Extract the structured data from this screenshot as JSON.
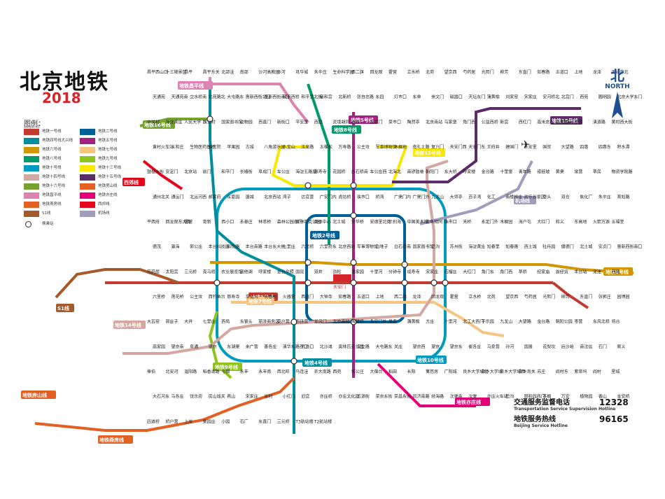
{
  "header": {
    "title": "北京地铁",
    "year": "2018"
  },
  "legend": {
    "title": "图例：",
    "subtitle": "Legend",
    "items": [
      {
        "label": "地铁一号线",
        "color": "#c23a30"
      },
      {
        "label": "地铁二号线",
        "color": "#006098"
      },
      {
        "label": "地铁四号线大兴线",
        "color": "#008e9c"
      },
      {
        "label": "地铁五号线",
        "color": "#a6217f"
      },
      {
        "label": "地铁六号线",
        "color": "#d29700"
      },
      {
        "label": "地铁七号线",
        "color": "#f6c582"
      },
      {
        "label": "地铁八号线",
        "color": "#009b6b"
      },
      {
        "label": "地铁九号线",
        "color": "#8fc31f"
      },
      {
        "label": "地铁十号线",
        "color": "#009bc0"
      },
      {
        "label": "地铁十三号线",
        "color": "#f9e700"
      },
      {
        "label": "地铁十四号线",
        "color": "#d5a7a1"
      },
      {
        "label": "地铁十五号线",
        "color": "#5b2c68"
      },
      {
        "label": "地铁十六号线",
        "color": "#76a32e"
      },
      {
        "label": "地铁房山线",
        "color": "#e46022"
      },
      {
        "label": "地铁昌平线",
        "color": "#de82b2"
      },
      {
        "label": "地铁亦庄线",
        "color": "#e40077"
      },
      {
        "label": "地铁燕房线",
        "color": "#e46022"
      },
      {
        "label": "西郊线",
        "color": "#e50619"
      },
      {
        "label": "S1线",
        "color": "#a45a2a"
      },
      {
        "label": "机场线",
        "color": "#a29bbb"
      }
    ],
    "transfer_label": "换乘站"
  },
  "compass": {
    "zh": "北",
    "en": "NORTH"
  },
  "hotlines": [
    {
      "zh": "交通服务监督电话",
      "en": "Transportation Service Supervision Hotline",
      "number": "12328"
    },
    {
      "zh": "地铁服务热线",
      "en": "Beijing Service Hotline",
      "number": "96165"
    }
  ],
  "line_tags": [
    {
      "text": "地铁1号线",
      "color": "#c23a30"
    },
    {
      "text": "地铁2号线",
      "color": "#006098"
    },
    {
      "text": "地铁4号线",
      "color": "#008e9c"
    },
    {
      "text": "地铁5号线",
      "color": "#a6217f"
    },
    {
      "text": "地铁6号线",
      "color": "#d29700"
    },
    {
      "text": "地铁7号线",
      "color": "#f6c582"
    },
    {
      "text": "地铁8号线",
      "color": "#009b6b"
    },
    {
      "text": "地铁9号线",
      "color": "#8fc31f"
    },
    {
      "text": "地铁10号线",
      "color": "#009bc0"
    },
    {
      "text": "地铁13号线",
      "color": "#f9e700"
    },
    {
      "text": "地铁14号线",
      "color": "#d5a7a1"
    },
    {
      "text": "地铁15号线",
      "color": "#5b2c68"
    },
    {
      "text": "地铁16号线",
      "color": "#76a32e"
    },
    {
      "text": "地铁昌平线",
      "color": "#de82b2"
    },
    {
      "text": "地铁房山线",
      "color": "#e46022"
    },
    {
      "text": "地铁燕房线",
      "color": "#e46022"
    },
    {
      "text": "地铁亦庄线",
      "color": "#e40077"
    },
    {
      "text": "西郊线",
      "color": "#e50619"
    },
    {
      "text": "S1线",
      "color": "#a45a2a"
    },
    {
      "text": "机场线",
      "color": "#a29bbb"
    }
  ],
  "stations": [
    "昌平西山口",
    "十三陵景区",
    "昌平",
    "昌平东关",
    "北邵洼",
    "南邵",
    "沙河高教园",
    "沙河",
    "巩华城",
    "朱辛庄",
    "生命科学园",
    "西二旗",
    "回龙观",
    "霍营",
    "立水桥",
    "北苑",
    "望京西",
    "芍药居",
    "光熙门",
    "柳芳",
    "东直门",
    "知春路",
    "五道口",
    "上地",
    "龙泽",
    "天通苑北",
    "天通苑",
    "天通苑南",
    "立水桥南",
    "北苑路北",
    "大屯路东",
    "惠新西街北口",
    "惠新西街南口",
    "和平西桥",
    "和平里北街",
    "雍和宫",
    "北新桥",
    "张自忠路",
    "东四",
    "灯市口",
    "东单",
    "崇文门",
    "磁器口",
    "天坛东门",
    "蒲黄榆",
    "刘家窑",
    "宋家庄",
    "安河桥北",
    "北宫门",
    "西苑",
    "圆明园",
    "北京大学东门",
    "中关村",
    "海淀黄庄",
    "人民大学",
    "魏公村",
    "国家图书馆",
    "动物园",
    "西直门",
    "新街口",
    "平安里",
    "西四",
    "灵境胡同",
    "西单",
    "宣武门",
    "菜市口",
    "陶然亭",
    "北京南站",
    "马家堡",
    "角门西",
    "公益西桥",
    "新宫",
    "西红门",
    "高米店北",
    "高米店南",
    "枣园",
    "清源路",
    "黄村西大街",
    "黄村火车站",
    "义和庄",
    "生物医药基地",
    "天宫院",
    "苹果园",
    "古城",
    "八角游乐园",
    "八宝山",
    "玉泉路",
    "五棵松",
    "万寿路",
    "公主坟",
    "军事博物馆",
    "木樨地",
    "南礼士路",
    "复兴门",
    "天安门西",
    "天安门东",
    "王府井",
    "建国门",
    "永安里",
    "国贸",
    "大望路",
    "四惠",
    "四惠东",
    "积水潭",
    "鼓楼大街",
    "安定门",
    "北京站",
    "前门",
    "和平门",
    "长椿街",
    "阜成门",
    "车公庄",
    "海淀五路居",
    "慈寿寺",
    "花园桥",
    "白石桥南",
    "车公庄西",
    "北海北",
    "南锣鼓巷",
    "朝阳门",
    "东大桥",
    "呼家楼",
    "金台路",
    "十里堡",
    "青年路",
    "褡裢坡",
    "黄渠",
    "常营",
    "草房",
    "物资学院路",
    "通州北关",
    "通运门",
    "北运河西",
    "郝家府",
    "东夏园",
    "潞城",
    "北京西站",
    "湾子",
    "达官营",
    "广安门内",
    "虎坊桥",
    "珠市口",
    "桥湾",
    "广渠门内",
    "广渠门外",
    "九龙山",
    "大郊亭",
    "百子湾",
    "化工",
    "南楼梓庄",
    "欢乐谷景区",
    "垡头",
    "双合",
    "焦化厂",
    "朱辛庄",
    "育知路",
    "平西府",
    "回龙观东大街",
    "霍营",
    "育新",
    "西小口",
    "永泰庄",
    "林萃桥",
    "森林公园南门",
    "奥林匹克公园",
    "奥体中心",
    "北土城",
    "安华桥",
    "安德里北街",
    "什刹海",
    "中国美术馆",
    "金鱼胡同",
    "珠市口",
    "天桥",
    "永定门外",
    "木樨园",
    "海户屯",
    "大红门",
    "和义",
    "东高地",
    "火箭万源",
    "五福堂",
    "德茂",
    "瀛海",
    "郭公庄",
    "丰台科技园",
    "科怡路",
    "丰台南路",
    "丰台东大街",
    "七里庄",
    "六里桥",
    "六里桥东",
    "北京西站",
    "军事博物馆",
    "白堆子",
    "白石桥南",
    "国家图书馆",
    "巴沟",
    "苏州街",
    "海淀黄庄",
    "知春里",
    "知春路",
    "西土城",
    "牡丹园",
    "健德门",
    "北土城",
    "安贞门",
    "惠新西街南口",
    "芍药居",
    "太阳宫",
    "三元桥",
    "亮马桥",
    "农业展览馆",
    "团结湖",
    "呼家楼",
    "金台夕照",
    "国贸",
    "双井",
    "劲松",
    "潘家园",
    "十里河",
    "分钟寺",
    "成寿寺",
    "宋家庄",
    "石榴庄",
    "大红门",
    "角门东",
    "角门西",
    "草桥",
    "纪家庙",
    "首经贸",
    "丰台站",
    "泥洼",
    "西局",
    "六里桥",
    "莲花桥",
    "公主坟",
    "西钓鱼台",
    "慈寿寺",
    "车道沟",
    "长春桥",
    "火器营",
    "西直门",
    "大钟寺",
    "知春路",
    "五道口",
    "上地",
    "西二旗",
    "龙泽",
    "回龙观",
    "霍营",
    "立水桥",
    "北苑",
    "望京西",
    "芍药居",
    "光熙门",
    "柳芳",
    "东直门",
    "张郭庄",
    "园博园",
    "大瓦窑",
    "郭庄子",
    "大井",
    "七里庄",
    "西局",
    "东管头",
    "丽泽商务区",
    "菜户营",
    "西铁营",
    "景风门",
    "北京南站",
    "陶然桥",
    "永定门外",
    "景泰",
    "蒲黄榆",
    "方庄",
    "十里河",
    "北工大西门",
    "平乐园",
    "九龙山",
    "大望路",
    "金台路",
    "朝阳公园",
    "枣营",
    "东风北桥",
    "将台",
    "高家园",
    "望京南",
    "阜通",
    "望京",
    "东湖渠",
    "来广营",
    "善各庄",
    "清华东路西口",
    "六道口",
    "北沙滩",
    "奥林匹克公园",
    "安立路",
    "大屯路东",
    "关庄",
    "望京西",
    "望京",
    "望京东",
    "崔各庄",
    "马泉营",
    "孙河",
    "国展",
    "花梨坎",
    "后沙峪",
    "南法信",
    "石门",
    "顺义",
    "俸伯",
    "北安河",
    "温阳路",
    "稻香湖路",
    "屯佃",
    "永丰",
    "永丰南",
    "西北旺",
    "马连洼",
    "农大南路",
    "西苑",
    "郭公庄",
    "大葆台",
    "稻田",
    "长阳",
    "篱笆房",
    "广阳城",
    "良乡大学城北",
    "良乡大学城",
    "良乡大学城西",
    "良乡南关",
    "苏庄",
    "阎村东",
    "紫草坞",
    "阎村",
    "星城",
    "大石河东",
    "马各庄",
    "饶乐府",
    "房山城关",
    "燕山",
    "宋家庄",
    "肖村",
    "小红门",
    "旧宫",
    "亦庄桥",
    "亦庄文化园",
    "万源街",
    "荣京东街",
    "荣昌东街",
    "同济南路",
    "经海路",
    "次渠南",
    "次渠",
    "亦庄火车站",
    "巴沟",
    "颐和园西门",
    "茶棚",
    "万安",
    "植物园",
    "香山",
    "金安桥",
    "四道桥",
    "桥户营",
    "上岸",
    "栗园庄",
    "小园",
    "石厂",
    "东直门",
    "三元桥",
    "T3航站楼",
    "T2航站楼"
  ],
  "landmark": "天安门"
}
